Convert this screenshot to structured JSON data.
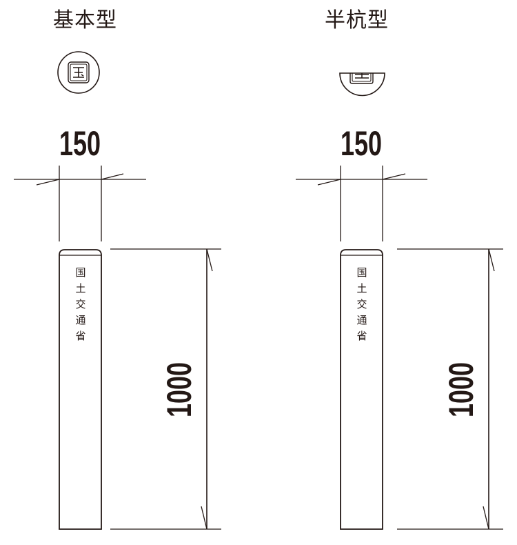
{
  "diagram": {
    "panels": [
      {
        "id": "basic",
        "title": "基本型",
        "top_view": "full-circle-emblem-icon",
        "width_dimension": "150",
        "height_dimension": "1000",
        "post_inscription": "国土交通省"
      },
      {
        "id": "half",
        "title": "半杭型",
        "top_view": "half-circle-emblem-icon",
        "width_dimension": "150",
        "height_dimension": "1000",
        "post_inscription": "国土交通省"
      }
    ],
    "colors": {
      "line": "#231815",
      "background": "#ffffff"
    }
  }
}
